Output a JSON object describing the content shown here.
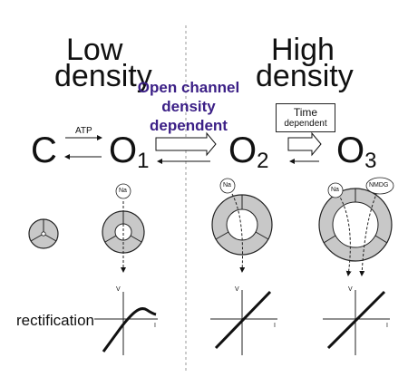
{
  "regions": {
    "low": {
      "line1": "Low",
      "line2": "density"
    },
    "high": {
      "line1": "High",
      "line2": "density"
    }
  },
  "middle_label": {
    "line1": "Open channel",
    "line2": "density",
    "line3": "dependent"
  },
  "time_box": {
    "line1": "Time",
    "line2": "dependent"
  },
  "transitions": {
    "atp": "ATP"
  },
  "states": [
    {
      "letter": "C",
      "sub": ""
    },
    {
      "letter": "O",
      "sub": "1"
    },
    {
      "letter": "O",
      "sub": "2"
    },
    {
      "letter": "O",
      "sub": "3"
    }
  ],
  "ions": {
    "na": "Na",
    "nmdg": "NMDG"
  },
  "iv": {
    "v": "V",
    "i": "I",
    "rectification": "rectification"
  },
  "colors": {
    "pore": "#c8c8c8",
    "title_purple": "#3b1f86",
    "divider": "#999999"
  }
}
